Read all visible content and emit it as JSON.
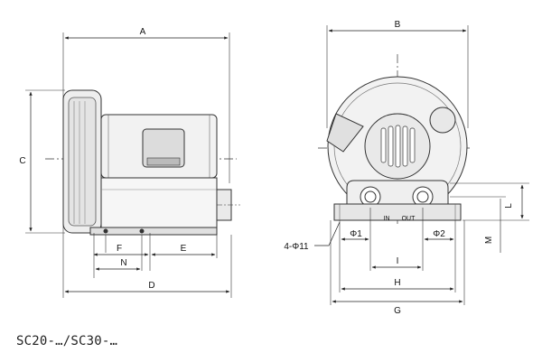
{
  "dimensions": {
    "A": "A",
    "B": "B",
    "C": "C",
    "D": "D",
    "E": "E",
    "F": "F",
    "G": "G",
    "H": "H",
    "I": "I",
    "L": "L",
    "M": "M",
    "N": "N"
  },
  "labels": {
    "phi1": "Φ1",
    "phi2": "Φ2",
    "inlet": "IN",
    "outlet": "OUT",
    "holes": "4-Φ11"
  },
  "caption": "SC20-…/SC30-…"
}
